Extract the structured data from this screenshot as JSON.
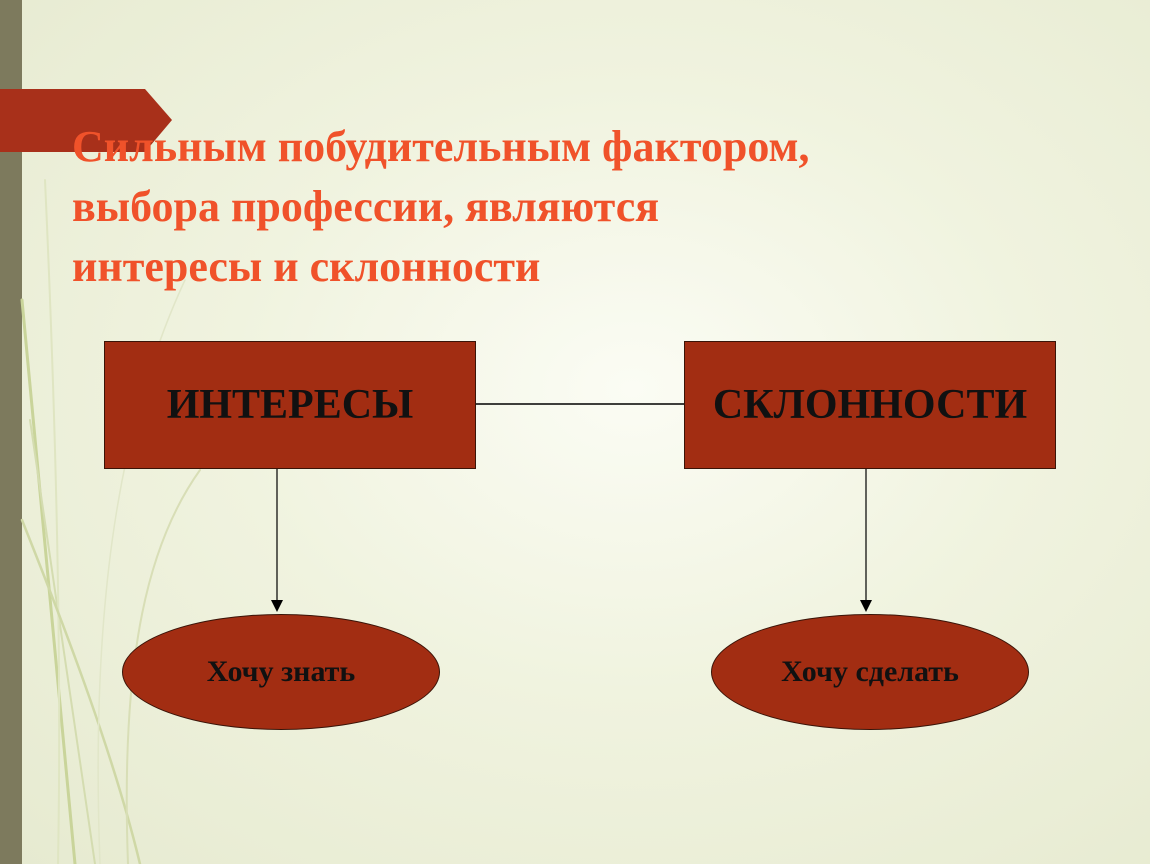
{
  "title": {
    "line1": "Сильным побудительным фактором,",
    "line2": "выбора профессии, являются",
    "line3": "интересы и склонности"
  },
  "diagram": {
    "left_box": "ИНТЕРЕСЫ",
    "right_box": "СКЛОННОСТИ",
    "left_ellipse": "Хочу знать",
    "right_ellipse": "Хочу сделать"
  },
  "colors": {
    "accent": "#f0522a",
    "shape_fill": "#a22d12",
    "sidebar": "#7d7a5d",
    "background": "#f0f3df"
  }
}
